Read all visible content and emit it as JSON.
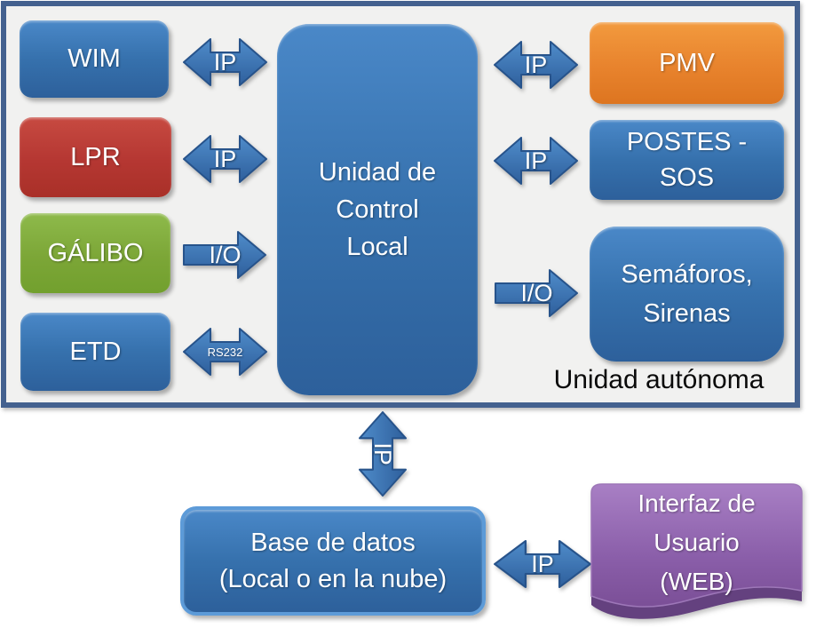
{
  "frame": {
    "caption": "Unidad autónoma"
  },
  "nodes": {
    "wim": "WIM",
    "lpr": "LPR",
    "galibo": "GÁLIBO",
    "etd": "ETD",
    "control_unit": "Unidad de\nControl\nLocal",
    "pmv": "PMV",
    "postes_sos": "POSTES -\nSOS",
    "semaforos_sirenas": "Semáforos,\nSirenas",
    "database": "Base de datos\n(Local o en la nube)",
    "web_interface": "Interfaz de\nUsuario\n(WEB)"
  },
  "links": {
    "wim_to_ucl": "IP",
    "lpr_to_ucl": "IP",
    "galibo_to_ucl": "I/O",
    "etd_to_ucl": "RS232",
    "ucl_to_pmv": "IP",
    "ucl_to_postes": "IP",
    "ucl_to_semaforos": "I/O",
    "ucl_to_database": "IP",
    "database_to_web": "IP"
  },
  "colors": {
    "box_blue": "#3671ad",
    "box_red": "#b73a33",
    "box_green": "#80ad3c",
    "box_orange": "#e8832d",
    "box_purple": "#8a5ea9",
    "arrow_blue": "#3a74b6",
    "frame_border": "#44618f",
    "frame_fill": "#f1f1f0"
  }
}
